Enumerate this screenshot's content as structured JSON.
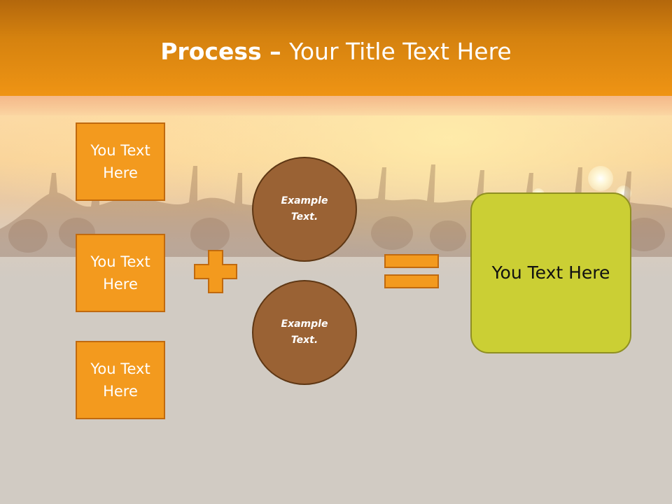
{
  "title": {
    "bold": "Process",
    "separator": " – ",
    "rest": "Your Title Text Here"
  },
  "inputs": [
    {
      "label": "You Text Here"
    },
    {
      "label": "You Text Here"
    },
    {
      "label": "You Text Here"
    }
  ],
  "operators": {
    "plus_icon": "plus-sign-shape",
    "equals_icon": "equals-sign-shape"
  },
  "circles": [
    {
      "label": "Example Text."
    },
    {
      "label": "Example Text."
    }
  ],
  "result": {
    "label": "You Text Here"
  },
  "colors": {
    "header": "#e08a12",
    "box_fill": "#f39a1e",
    "box_border": "#c06a0f",
    "circle_fill": "#9a6234",
    "result_fill": "#cbcf34",
    "background": "#d1cbc3"
  }
}
